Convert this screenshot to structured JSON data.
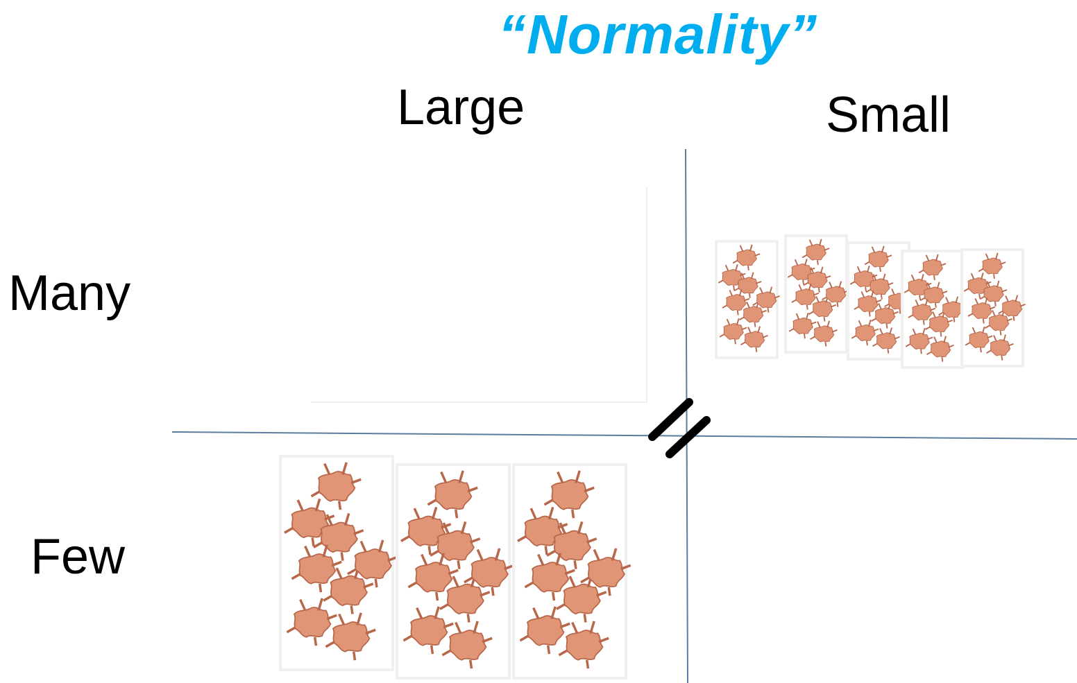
{
  "title": "“Normality”",
  "columns": {
    "large": "Large",
    "small": "Small"
  },
  "rows": {
    "many": "Many",
    "few": "Few"
  },
  "quadrants": {
    "many_small_cluster_count": 5,
    "few_large_cluster_count": 3
  },
  "colors": {
    "title": "#00aeef",
    "axis_lines": "#5a7da0",
    "cluster_fill": "#e09577",
    "cluster_shadow": "#b8674a",
    "not_equal_mark": "#000000"
  }
}
